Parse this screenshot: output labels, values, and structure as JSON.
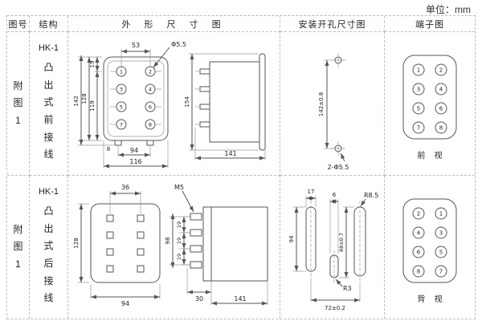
{
  "unit_label": "单位：mm",
  "headers": {
    "fig_no": "图号",
    "structure": "结构",
    "outline": "外 形 尺 寸 图",
    "mounting": "安装开孔尺寸图",
    "terminal": "端子图"
  },
  "row1": {
    "fig_no": "附图1",
    "model": "HK-1",
    "structure": "凸出式前接线",
    "outline": {
      "d53": "53",
      "dphi": "Φ5.5",
      "d142": "142",
      "d128": "128",
      "d19": "19",
      "d119": "119",
      "d8": "8",
      "d94": "94",
      "d116": "116",
      "d154": "154",
      "d141": "141",
      "t1": "1",
      "t2": "2",
      "t3": "3",
      "t4": "4",
      "t5": "5",
      "t6": "6",
      "t7": "7",
      "t8": "8"
    },
    "mounting": {
      "d142": "142±0.8",
      "dphi": "2-Φ5.5"
    },
    "terminal": {
      "left": [
        "1",
        "3",
        "5",
        "7"
      ],
      "right": [
        "2",
        "4",
        "6",
        "8"
      ],
      "view": "前 视"
    }
  },
  "row2": {
    "fig_no": "附图1",
    "model": "HK-1",
    "structure": "凸出式后接线",
    "outline": {
      "d36": "36",
      "d128": "128",
      "d94": "94",
      "m5": "M5",
      "d98": "98",
      "d19a": "19",
      "d19b": "19",
      "d19c": "19",
      "d30": "30",
      "d141": "141"
    },
    "mounting": {
      "d17": "17",
      "d6": "6",
      "r85": "R8.5",
      "d94": "94",
      "d88": "88±0.7",
      "r3": "R3",
      "d72": "72±0.2"
    },
    "terminal": {
      "left": [
        "2",
        "4",
        "6",
        "8"
      ],
      "right": [
        "1",
        "3",
        "5",
        "7"
      ],
      "view": "背 视"
    }
  }
}
